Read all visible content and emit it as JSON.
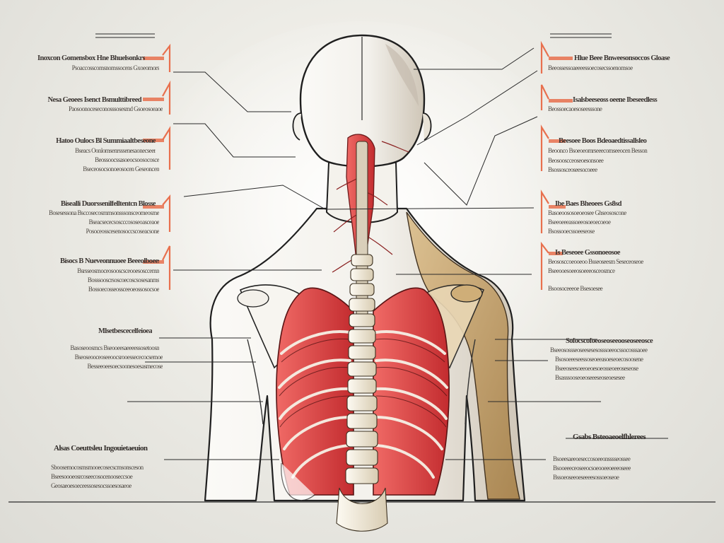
{
  "palette": {
    "background": "#ecebe5",
    "outline": "#222222",
    "muscle_red": "#d93f3f",
    "bone": "#efe6d4",
    "tan": "#c9a46e",
    "marker_orange": "#e8704e"
  },
  "icons": {
    "marker": "orange-bracket-marker"
  },
  "labels": {
    "left": [
      {
        "title": "Inoxcon Gomensbox Hne Bhuelsonkrs",
        "lines": [
          "Psoaccosscomsnomssocens Gxoeomors"
        ]
      },
      {
        "title": "Nesa Geoees Isenct Bsmulttibreed",
        "lines": [
          "Paosoonoceseconosssosesmd Gsoeosoeaoe"
        ]
      },
      {
        "title": "Hatoo Oulocs Bl Summiaaltbeseone",
        "lines": [
          "Bseacs Oonlomsenrsssenesaonecseer",
          "Beossoocssasoeocsoosocosce",
          "Bseceosocsonoeosocen Geseoncen"
        ]
      },
      {
        "title": "Bisealli Duorssenilfelltentcn Blosse",
        "lines": [
          "Bosesessona Bsccosecosmmsonsssonsceomeosme",
          "Bseacsececsoscccososeoasceaoe",
          "Posoceosscesenosoccscoseacsone"
        ]
      },
      {
        "title": "Bisocs B Nueveonnuoee Beeeolboeess",
        "lines": [
          "Bsrsseosmoceosooscsceooesosccemn",
          "Bosssooscrsoscoecoscsosesanms",
          "Bossoecosseossceeoeossosocsoe"
        ]
      },
      {
        "title": "Mlsetbescecelfeioea",
        "lines": [
          "Basoseoosmcs Bseooeesaeeeessosetoosn",
          "Bseoseooceoseeoocsrooessececocsemoe",
          "Besseeoeesoecsoonesoesasmecose"
        ]
      }
    ],
    "right": [
      {
        "title": "Hlue Beee Bnweesonsoccos Gloase",
        "lines": [
          "Beeossessoaeeeessoecosecssoenomsoe"
        ]
      },
      {
        "title": "Isalsbeeseoss oeene Ibeseedless",
        "lines": [
          "Beossoecaoesoseesssone"
        ]
      },
      {
        "title": "Beesoee Boos Bdeoaedtissallsleo",
        "lines": [
          "Beoonco Bsoeoeomrseeecomseeocen Besson",
          "Beosooscceoseoesonsoee",
          "Bsossosceoseesocoeee"
        ]
      },
      {
        "title": "Ibe Baes Bheoees Gs8sd",
        "lines": [
          "Basoeoososoeoeosee Ghseososcone",
          "Bseeoeeeassoeeosoeoecoeoe",
          "Bsossooecssoeeseose"
        ]
      },
      {
        "title": "Is Beseoee Gssonoeosoe",
        "lines": [
          "Beososccoeooeoo Bsseoseesm Seseceoseoe",
          "Bseeooesoeeosoeeeosceosmce",
          "Bsoosoceeeoe Bsesoesee"
        ]
      },
      {
        "title": "Sofocscofoeoseoseeooseoseeosce",
        "lines": [
          "Bseeosossseoseesesesosssoeeocssocosssaoee",
          "Bsosoeeeseessoseoeeasoeseoecosoosene",
          "Bseeoseesoeeoeoesoeosseoeeoseseose",
          "Bsasssooseoeoseeeseoseoesesee"
        ]
      },
      {
        "title": "Gsabs Bsteoaeoelfhlerees",
        "lines": [
          "Bsoeesaeeoeseccosoeeonsssseossee",
          "Bsooeeeceoseeocsoeooeeoeeeoseee",
          "Bssoeoseeoeseeeesossoeoseoe"
        ]
      }
    ],
    "bottom_left": {
      "title": "Alsas Coeuttsleu Ingouietaeuion",
      "lines": [
        "Sboosemocosmsmooecosecscmsonsceson",
        "Bseesoooeosrcoseecosocenooseccsoe",
        "Geosaeoesoeceessosesocssoesosaeoe"
      ]
    }
  }
}
